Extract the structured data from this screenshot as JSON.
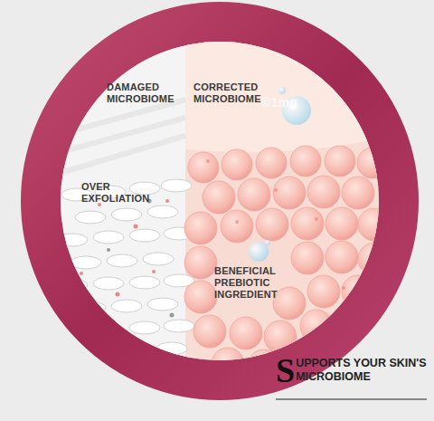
{
  "diagram": {
    "title": "SUPPORTS YOUR SKIN'S MICROBIOME",
    "labels": [
      "DAMAGED MICROBIOME",
      "CORRECTED MICROBIOME",
      "©1mg",
      "OVER EXFOLIATION",
      "BENEFICIAL PREBIOTIC INGREDIENT"
    ]
  }
}
